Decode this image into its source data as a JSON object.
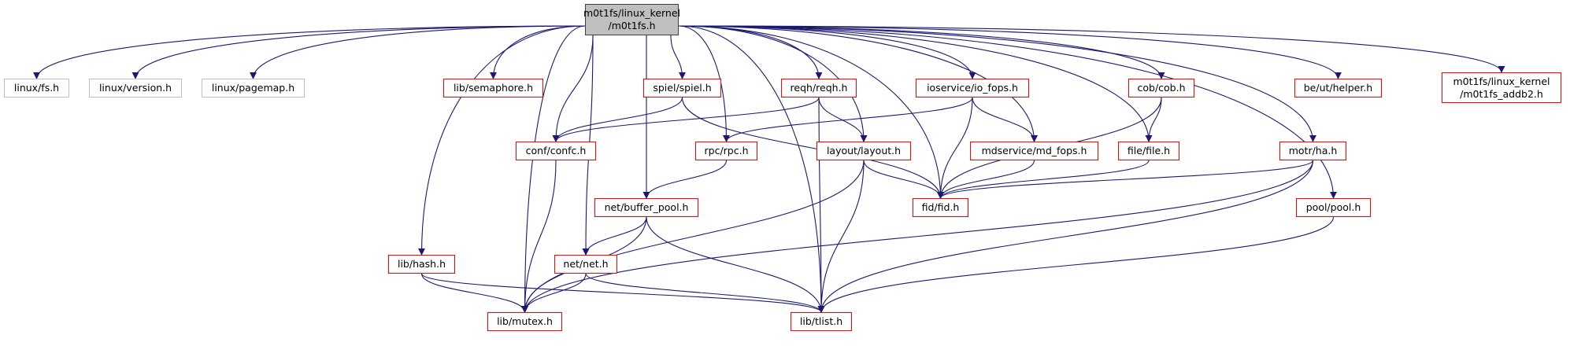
{
  "colors": {
    "edge": "#191970",
    "node_border_linked": "#ff0000",
    "node_border_external": "#bfbfbf",
    "root_fill": "#bfbfbf"
  },
  "nodes": [
    {
      "id": "root",
      "label": "m0t1fs/linux_kernel\n/m0t1fs.h",
      "kind": "root"
    },
    {
      "id": "linux_fs",
      "label": "linux/fs.h",
      "kind": "gray"
    },
    {
      "id": "linux_version",
      "label": "linux/version.h",
      "kind": "gray"
    },
    {
      "id": "linux_pagemap",
      "label": "linux/pagemap.h",
      "kind": "gray"
    },
    {
      "id": "semaphore",
      "label": "lib/semaphore.h",
      "kind": "red"
    },
    {
      "id": "spiel",
      "label": "spiel/spiel.h",
      "kind": "red"
    },
    {
      "id": "reqh",
      "label": "reqh/reqh.h",
      "kind": "red"
    },
    {
      "id": "io_fops",
      "label": "ioservice/io_fops.h",
      "kind": "red"
    },
    {
      "id": "cob",
      "label": "cob/cob.h",
      "kind": "red"
    },
    {
      "id": "helper",
      "label": "be/ut/helper.h",
      "kind": "red"
    },
    {
      "id": "addb2",
      "label": "m0t1fs/linux_kernel\n/m0t1fs_addb2.h",
      "kind": "red"
    },
    {
      "id": "confc",
      "label": "conf/confc.h",
      "kind": "red"
    },
    {
      "id": "rpc",
      "label": "rpc/rpc.h",
      "kind": "red"
    },
    {
      "id": "layout",
      "label": "layout/layout.h",
      "kind": "red"
    },
    {
      "id": "md_fops",
      "label": "mdservice/md_fops.h",
      "kind": "red"
    },
    {
      "id": "file",
      "label": "file/file.h",
      "kind": "red"
    },
    {
      "id": "ha",
      "label": "motr/ha.h",
      "kind": "red"
    },
    {
      "id": "buffer_pool",
      "label": "net/buffer_pool.h",
      "kind": "red"
    },
    {
      "id": "fid",
      "label": "fid/fid.h",
      "kind": "red"
    },
    {
      "id": "pool",
      "label": "pool/pool.h",
      "kind": "red"
    },
    {
      "id": "hash",
      "label": "lib/hash.h",
      "kind": "red"
    },
    {
      "id": "net",
      "label": "net/net.h",
      "kind": "red"
    },
    {
      "id": "mutex",
      "label": "lib/mutex.h",
      "kind": "red"
    },
    {
      "id": "tlist",
      "label": "lib/tlist.h",
      "kind": "red"
    }
  ],
  "edges": [
    [
      "root",
      "linux_fs"
    ],
    [
      "root",
      "linux_version"
    ],
    [
      "root",
      "linux_pagemap"
    ],
    [
      "root",
      "semaphore"
    ],
    [
      "root",
      "spiel"
    ],
    [
      "root",
      "reqh"
    ],
    [
      "root",
      "io_fops"
    ],
    [
      "root",
      "cob"
    ],
    [
      "root",
      "helper"
    ],
    [
      "root",
      "addb2"
    ],
    [
      "root",
      "confc"
    ],
    [
      "root",
      "rpc"
    ],
    [
      "root",
      "layout"
    ],
    [
      "root",
      "md_fops"
    ],
    [
      "root",
      "file"
    ],
    [
      "root",
      "ha"
    ],
    [
      "root",
      "buffer_pool"
    ],
    [
      "root",
      "fid"
    ],
    [
      "root",
      "pool"
    ],
    [
      "root",
      "hash"
    ],
    [
      "root",
      "net"
    ],
    [
      "root",
      "mutex"
    ],
    [
      "root",
      "tlist"
    ],
    [
      "spiel",
      "confc"
    ],
    [
      "spiel",
      "fid"
    ],
    [
      "reqh",
      "confc"
    ],
    [
      "reqh",
      "layout"
    ],
    [
      "reqh",
      "tlist"
    ],
    [
      "io_fops",
      "rpc"
    ],
    [
      "io_fops",
      "fid"
    ],
    [
      "io_fops",
      "md_fops"
    ],
    [
      "cob",
      "file"
    ],
    [
      "cob",
      "fid"
    ],
    [
      "confc",
      "mutex"
    ],
    [
      "rpc",
      "buffer_pool"
    ],
    [
      "layout",
      "fid"
    ],
    [
      "layout",
      "mutex"
    ],
    [
      "layout",
      "tlist"
    ],
    [
      "md_fops",
      "fid"
    ],
    [
      "file",
      "fid"
    ],
    [
      "ha",
      "fid"
    ],
    [
      "ha",
      "mutex"
    ],
    [
      "ha",
      "tlist"
    ],
    [
      "buffer_pool",
      "net"
    ],
    [
      "buffer_pool",
      "mutex"
    ],
    [
      "buffer_pool",
      "tlist"
    ],
    [
      "pool",
      "tlist"
    ],
    [
      "hash",
      "mutex"
    ],
    [
      "hash",
      "tlist"
    ],
    [
      "net",
      "mutex"
    ],
    [
      "net",
      "tlist"
    ]
  ]
}
